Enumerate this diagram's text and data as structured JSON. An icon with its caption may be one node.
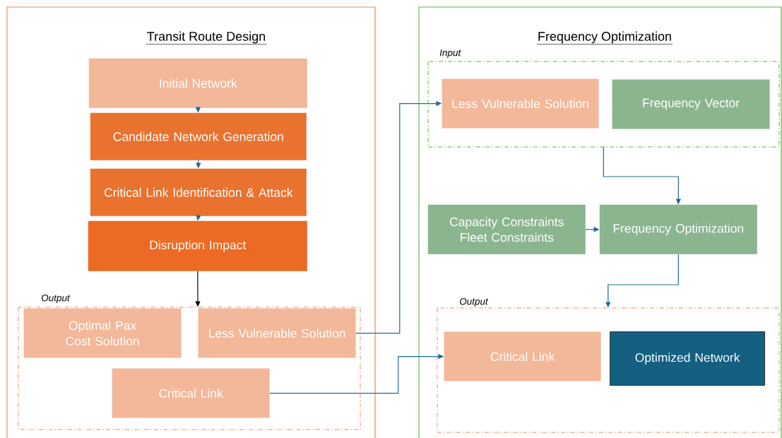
{
  "diagram": {
    "nodes": [
      {
        "text": [
          "Transit Route Design"
        ]
      },
      {
        "text": [
          "Initial Network"
        ],
        "in": 0
      },
      {
        "text": [
          "Candidate Network Generation"
        ],
        "in": 0
      },
      {
        "text": [
          "Critical Link Identification & Attack"
        ],
        "in": 0
      },
      {
        "text": [
          "Disruption Impact"
        ],
        "in": 0
      },
      {
        "text": [
          "Output"
        ],
        "in": 0
      },
      {
        "text": [
          "Optimal Pax Cost Solution"
        ],
        "in": 5
      },
      {
        "text": [
          "Less Vulnerable Solution"
        ],
        "in": 5
      },
      {
        "text": [
          "Critical Link"
        ],
        "in": 5
      },
      {
        "text": [
          "Frequency Optimization"
        ]
      },
      {
        "text": [
          "Input"
        ],
        "in": 9
      },
      {
        "text": [
          "Less Vulnerable Solution"
        ],
        "in": 10
      },
      {
        "text": [
          "Frequency Vector"
        ],
        "in": 10
      },
      {
        "text": [
          "Capacity Constraints Fleet Constraints"
        ],
        "in": 9
      },
      {
        "text": [
          "Frequency Optimization"
        ],
        "in": 9
      },
      {
        "text": [
          "Output"
        ],
        "in": 9
      },
      {
        "text": [
          "Critical Link"
        ],
        "in": 15
      },
      {
        "text": [
          "Optimized Network"
        ],
        "in": 15
      }
    ],
    "edges": [
      {
        "from": 1,
        "to": 2,
        "arrow": "to"
      },
      {
        "from": 2,
        "to": 3,
        "arrow": "to"
      },
      {
        "from": 3,
        "to": 4,
        "arrow": "to"
      },
      {
        "from": 4,
        "to": 5,
        "arrow": "to",
        "color": "#000000"
      },
      {
        "from": 7,
        "to": 11,
        "arrow": "to"
      },
      {
        "from": 8,
        "to": 16,
        "arrow": "to"
      },
      {
        "from": 10,
        "to": 14,
        "arrow": "to"
      },
      {
        "from": 13,
        "to": 14,
        "arrow": "to"
      },
      {
        "from": 14,
        "to": 15,
        "arrow": "to"
      }
    ]
  }
}
